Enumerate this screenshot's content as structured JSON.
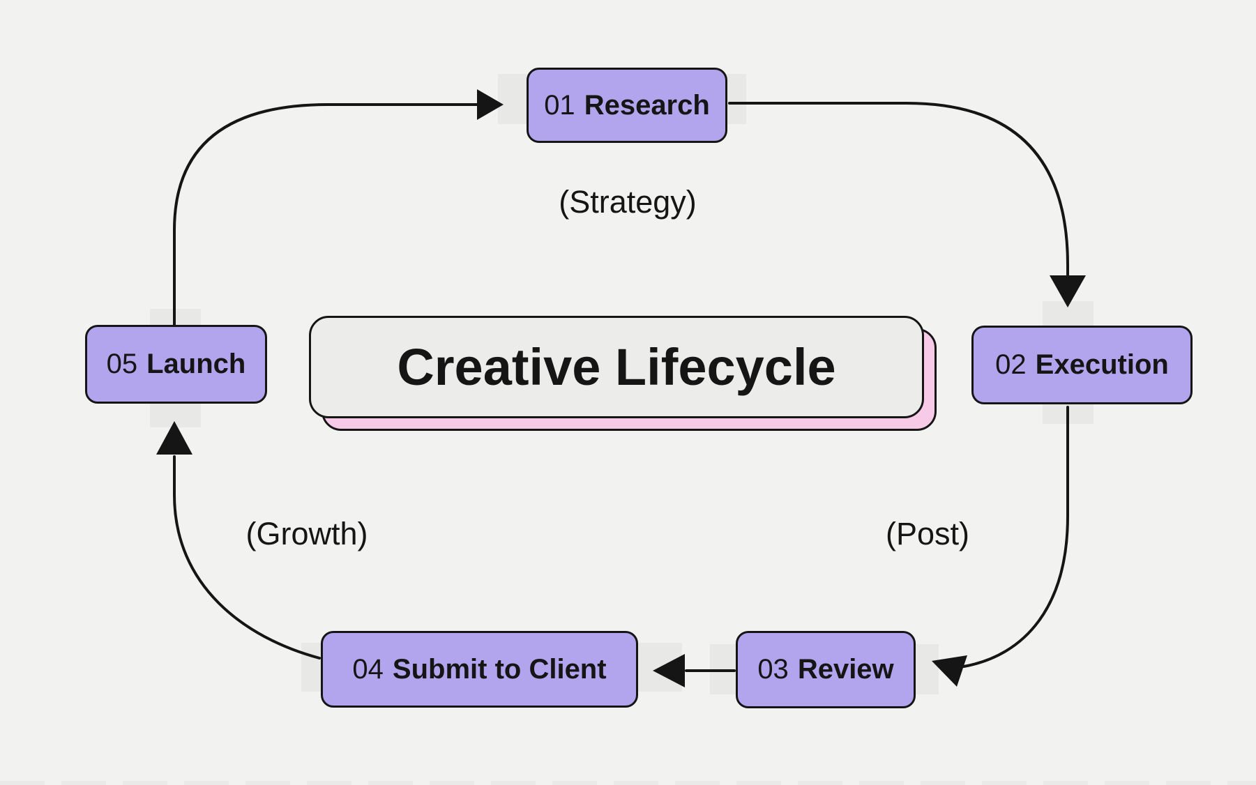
{
  "title": {
    "text": "Creative Lifecycle"
  },
  "nodes": [
    {
      "number": "01",
      "label": "Research"
    },
    {
      "number": "02",
      "label": "Execution"
    },
    {
      "number": "03",
      "label": "Review"
    },
    {
      "number": "04",
      "label": "Submit to Client"
    },
    {
      "number": "05",
      "label": "Launch"
    }
  ],
  "phase_labels": {
    "strategy": "(Strategy)",
    "post": "(Post)",
    "growth": "(Growth)"
  },
  "colors": {
    "background": "#f2f2f0",
    "node_fill": "#b2a5ee",
    "node_border": "#151515",
    "title_fill": "#ececea",
    "title_shadow": "#f7cae8",
    "tape": "#e8e8e6",
    "arrow": "#151515",
    "text": "#151515"
  }
}
